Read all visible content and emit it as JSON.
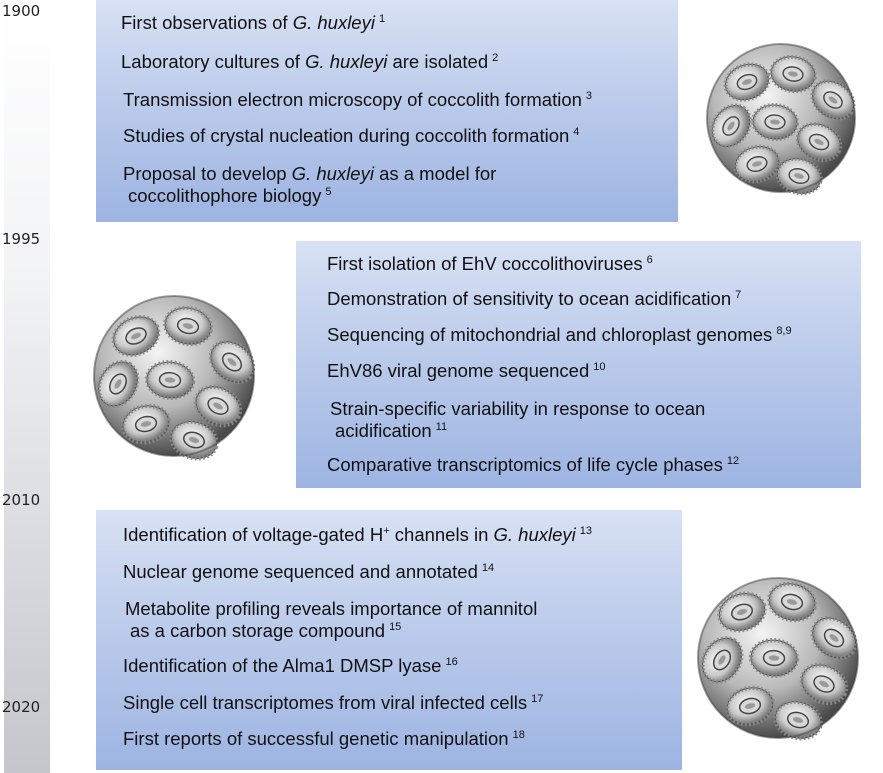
{
  "years": [
    "1900",
    "1995",
    "2010",
    "2020"
  ],
  "period1": {
    "items": [
      {
        "a": "First observations of ",
        "i": "G. huxleyi",
        "b": "",
        "ref": "1"
      },
      {
        "a": "Laboratory cultures of ",
        "i": "G. huxleyi",
        "b": " are isolated",
        "ref": "2"
      },
      {
        "a": "Transmission electron microscopy of coccolith formation",
        "ref": "3"
      },
      {
        "a": "Studies of crystal nucleation during coccolith formation",
        "ref": "4"
      },
      {
        "a": "Proposal to develop ",
        "i": "G. huxleyi",
        "b": " as a model for",
        "line2": "coccolithophore biology",
        "ref": "5"
      }
    ]
  },
  "period2": {
    "items": [
      {
        "a": "First isolation of EhV coccolithoviruses",
        "ref": "6"
      },
      {
        "a": "Demonstration of sensitivity to ocean acidification",
        "ref": "7"
      },
      {
        "a": "Sequencing of mitochondrial and chloroplast genomes",
        "ref": "8,9"
      },
      {
        "a": "EhV86 viral genome sequenced",
        "ref": "10"
      },
      {
        "a": "Strain-specific variability in response to ocean",
        "line2": "acidification",
        "ref": "11"
      },
      {
        "a": "Comparative transcriptomics of life cycle phases",
        "ref": "12"
      }
    ]
  },
  "period3": {
    "items": [
      {
        "a": "Identification of voltage-gated H",
        "hsup": "+",
        "b": " channels in ",
        "i": "G. huxleyi",
        "ref": "13"
      },
      {
        "a": "Nuclear genome sequenced and annotated",
        "ref": "14"
      },
      {
        "a": "Metabolite profiling reveals importance of mannitol",
        "line2": "as a carbon storage compound",
        "ref": "15"
      },
      {
        "a": "Identification of the Alma1 DMSP lyase",
        "ref": "16"
      },
      {
        "a": "Single cell transcriptomes from viral infected cells",
        "ref": "17"
      },
      {
        "a": "First reports of successful genetic manipulation",
        "ref": "18"
      }
    ]
  }
}
